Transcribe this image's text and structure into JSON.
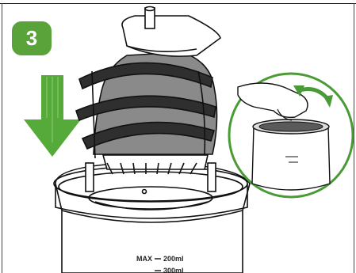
{
  "step": {
    "number": "3",
    "badge_color": "#5aa33a"
  },
  "arrow": {
    "direction": "down",
    "color": "#55aa3a"
  },
  "inset": {
    "rotation_arrow": "two-way-curved",
    "color": "#4a9a36"
  },
  "bowl": {
    "max_marker": "MAX",
    "max_value": "200ml",
    "lower_value": "300ml"
  }
}
